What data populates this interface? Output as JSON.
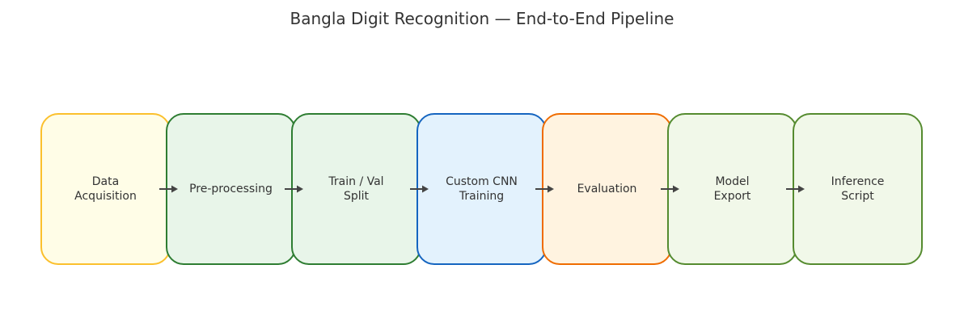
{
  "diagram": {
    "title": "Bangla Digit Recognition — End-to-End Pipeline",
    "stages": [
      {
        "label": "Data\nAcquisition",
        "fill": "#fffde7",
        "stroke": "#fbc02d"
      },
      {
        "label": "Pre-processing",
        "fill": "#e8f5e9",
        "stroke": "#2e7d32"
      },
      {
        "label": "Train / Val\nSplit",
        "fill": "#e8f5e9",
        "stroke": "#2e7d32"
      },
      {
        "label": "Custom CNN\nTraining",
        "fill": "#e3f2fd",
        "stroke": "#1565c0"
      },
      {
        "label": "Evaluation",
        "fill": "#fff3e0",
        "stroke": "#ef6c00"
      },
      {
        "label": "Model\nExport",
        "fill": "#f1f8e9",
        "stroke": "#558b2f"
      },
      {
        "label": "Inference\nScript",
        "fill": "#f1f8e9",
        "stroke": "#558b2f"
      }
    ],
    "connector_color": "#444444"
  }
}
